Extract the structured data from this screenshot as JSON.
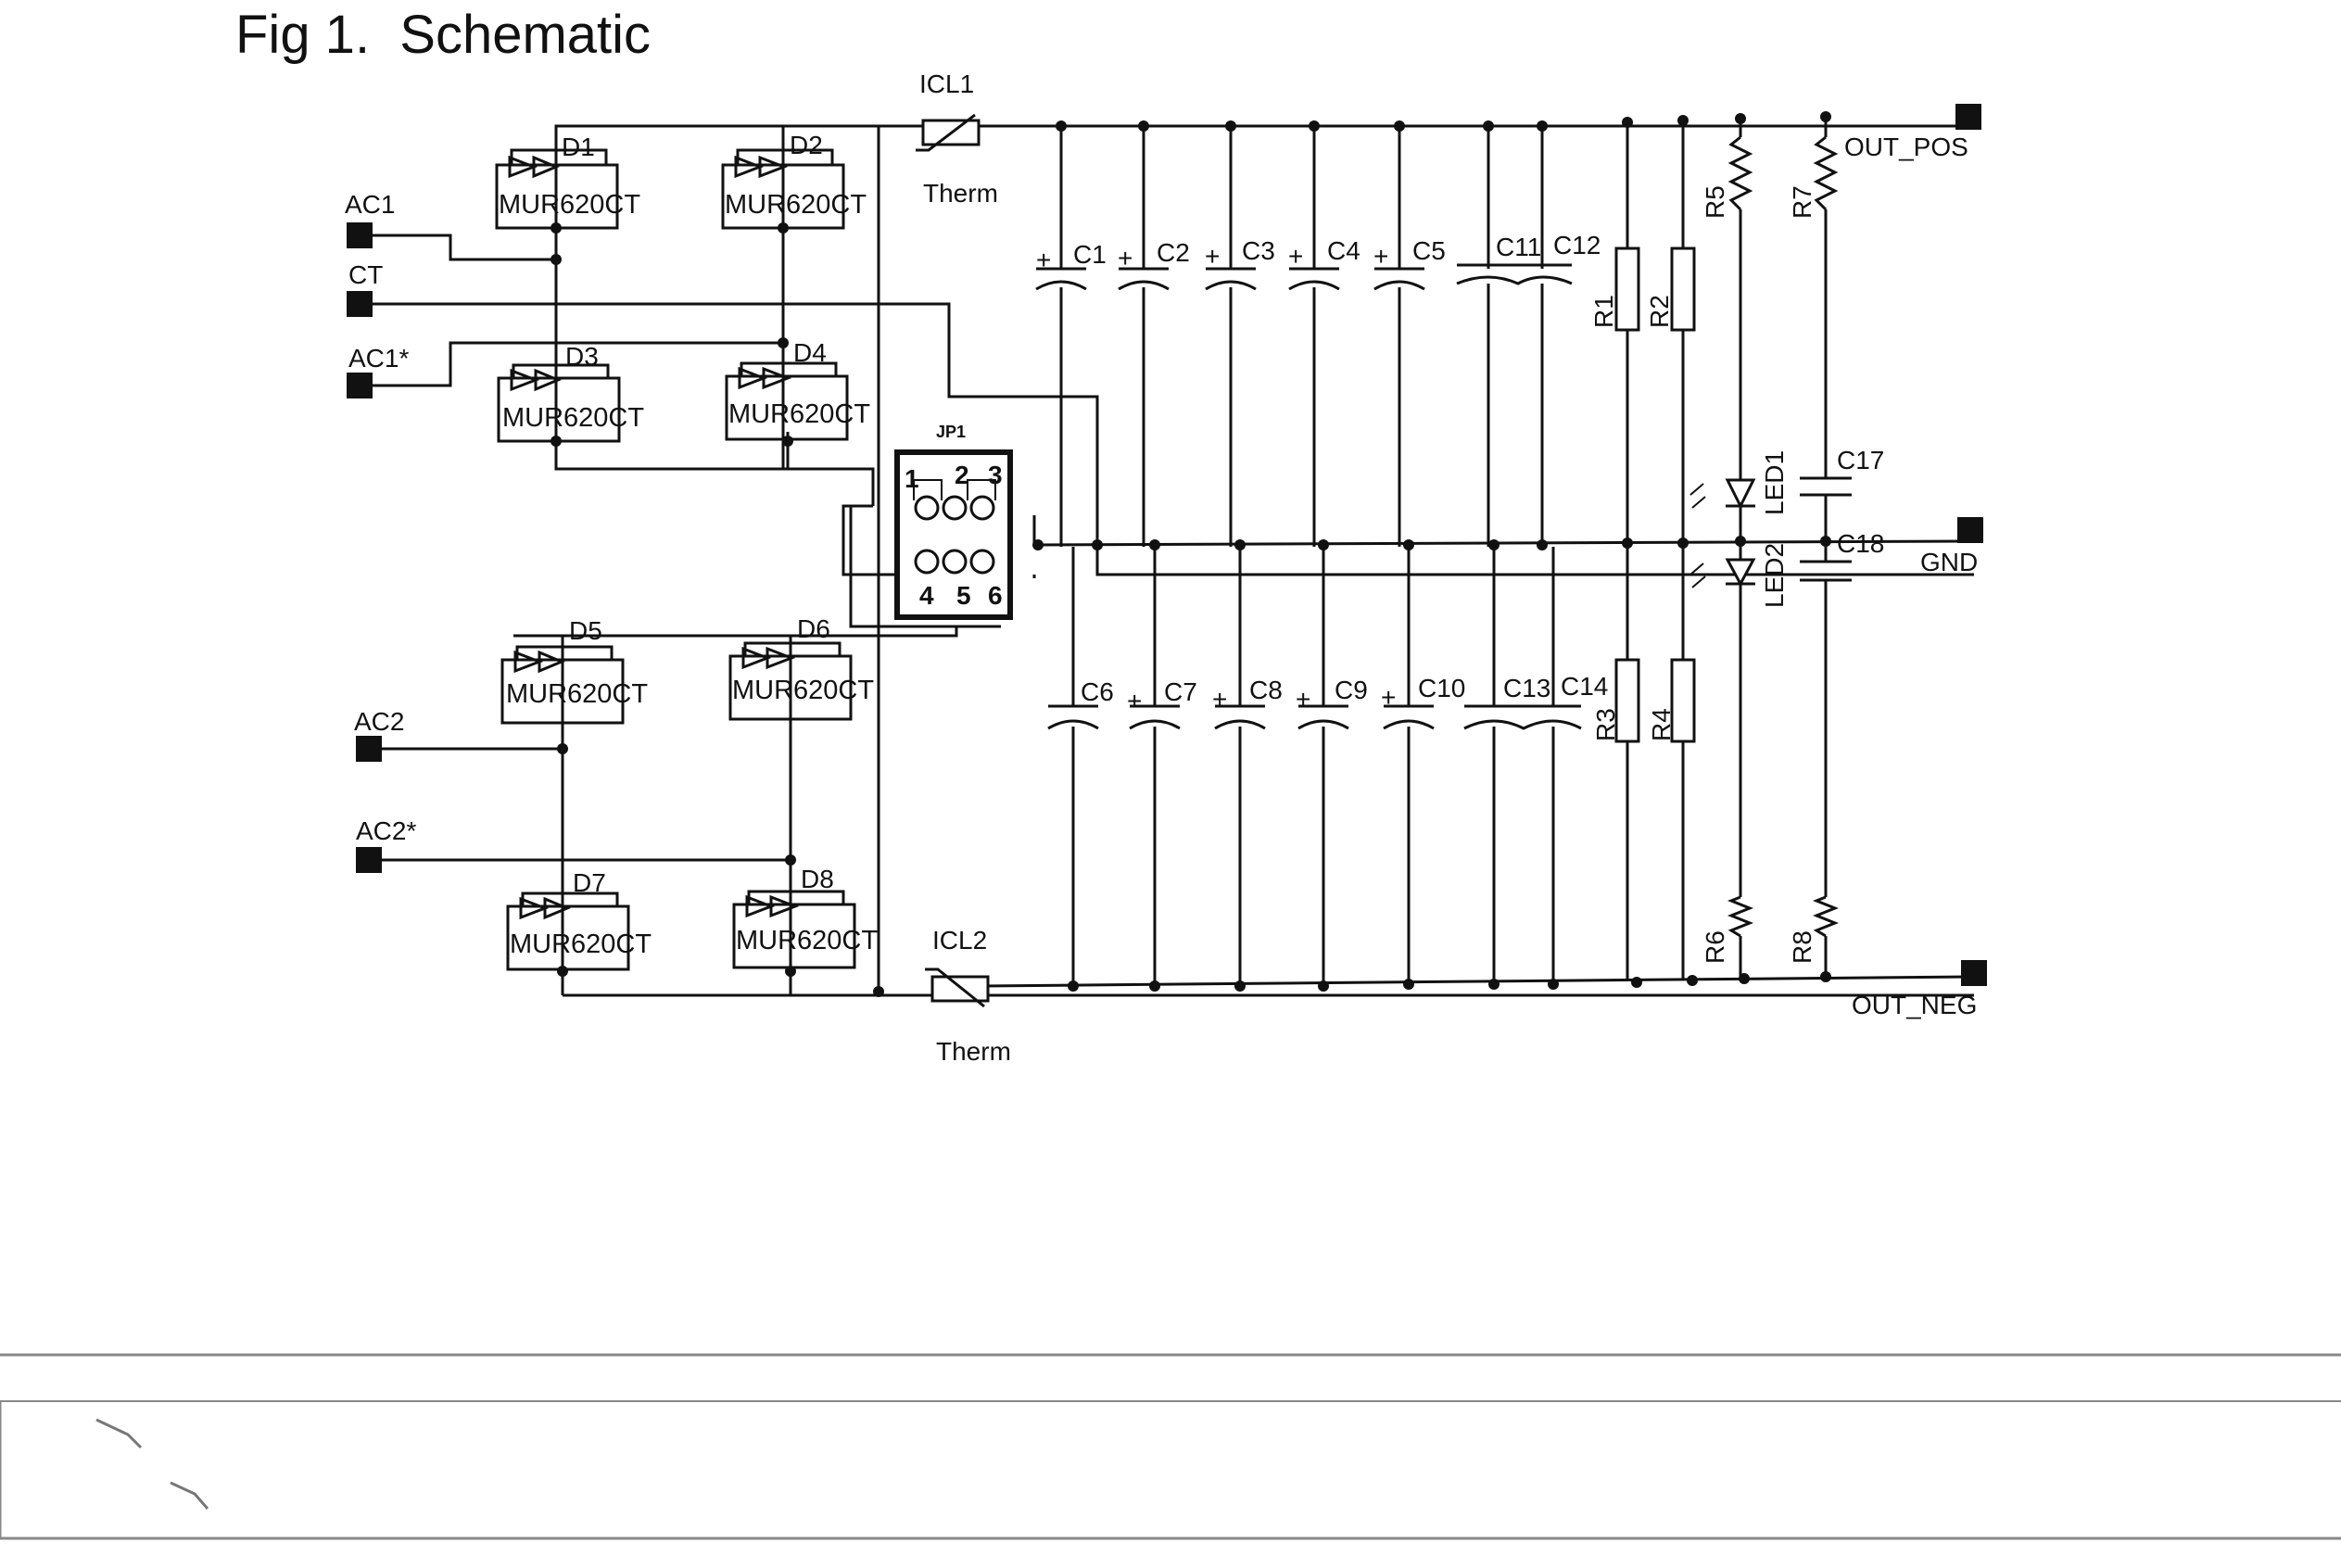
{
  "figure": {
    "title": "Fig 1.  Schematic"
  },
  "terminals": {
    "ac1": "AC1",
    "ct": "CT",
    "ac1_star": "AC1*",
    "ac2": "AC2",
    "ac2_star": "AC2*",
    "out_pos": "OUT_POS",
    "gnd": "GND",
    "out_neg": "OUT_NEG"
  },
  "diodes": {
    "d1": "D1",
    "d2": "D2",
    "d3": "D3",
    "d4": "D4",
    "d5": "D5",
    "d6": "D6",
    "d7": "D7",
    "d8": "D8",
    "part_number": "MUR620CT"
  },
  "thermistors": {
    "icl1": "ICL1",
    "icl2": "ICL2",
    "therm": "Therm"
  },
  "jumper": {
    "name": "JP1",
    "pins": [
      "1",
      "2",
      "3",
      "4",
      "5",
      "6"
    ]
  },
  "capacitors": {
    "c1": "C1",
    "c2": "C2",
    "c3": "C3",
    "c4": "C4",
    "c5": "C5",
    "c6": "C6",
    "c7": "C7",
    "c8": "C8",
    "c9": "C9",
    "c10": "C10",
    "c11": "C11",
    "c12": "C12",
    "c13": "C13",
    "c14": "C14",
    "c17": "C17",
    "c18": "C18",
    "plus": "+"
  },
  "resistors": {
    "r1": "R1",
    "r2": "R2",
    "r3": "R3",
    "r4": "R4",
    "r5": "R5",
    "r6": "R6",
    "r7": "R7",
    "r8": "R8"
  },
  "leds": {
    "led1": "LED1",
    "led2": "LED2"
  }
}
